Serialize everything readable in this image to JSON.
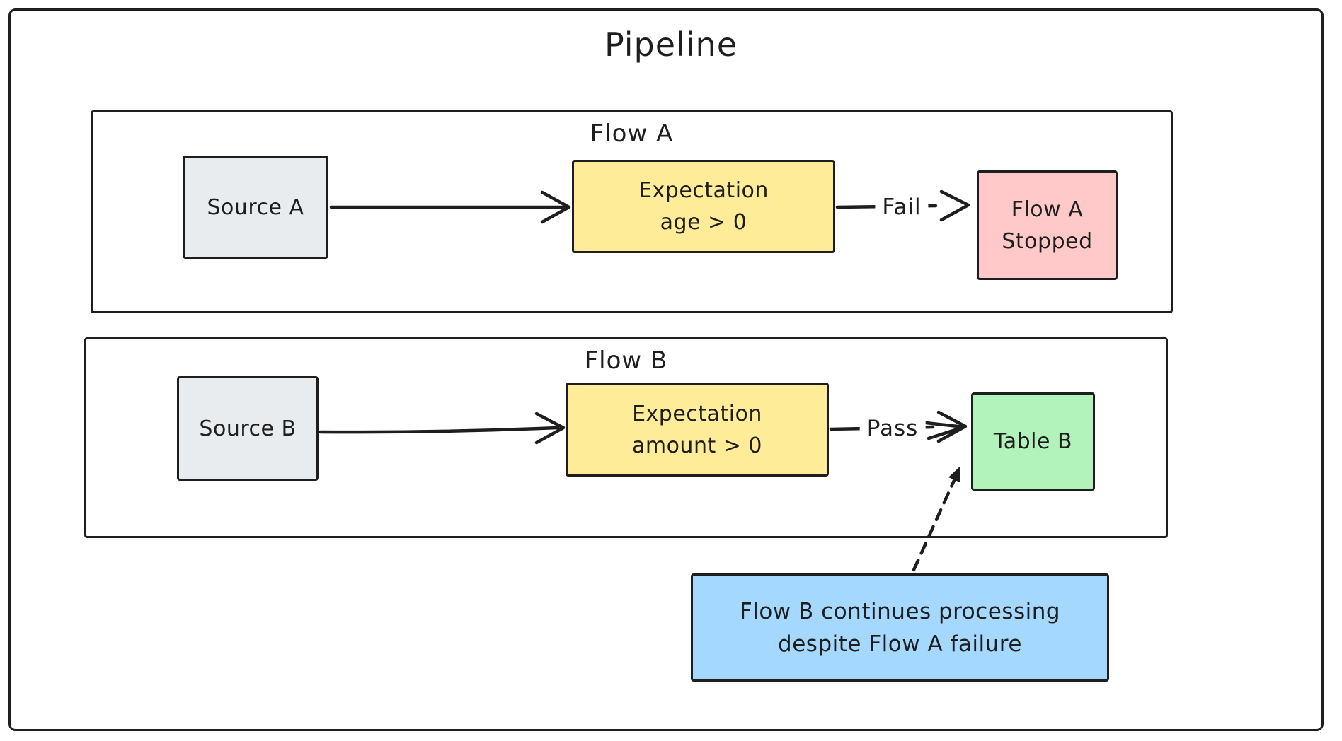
{
  "title": "Pipeline",
  "flow_a": {
    "label": "Flow A",
    "source": "Source A",
    "expectation": "Expectation\nage > 0",
    "edge_label": "Fail",
    "result": "Flow A\nStopped"
  },
  "flow_b": {
    "label": "Flow B",
    "source": "Source B",
    "expectation": "Expectation\namount > 0",
    "edge_label": "Pass",
    "result": "Table B"
  },
  "note": "Flow B continues processing\ndespite Flow A failure",
  "colors": {
    "stroke": "#1e1e1e",
    "canvas_bg": "#ffffff",
    "source_fill": "#e9ecef",
    "expectation_fill": "#ffec99",
    "stopped_fill": "#ffc9c9",
    "table_fill": "#b2f2bb",
    "note_fill": "#a5d8ff"
  }
}
